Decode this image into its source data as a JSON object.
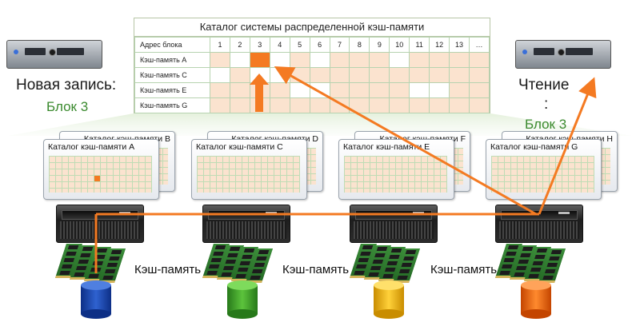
{
  "directory": {
    "title": "Каталог системы распределенной кэш-памяти",
    "header_label": "Адрес блока",
    "columns": [
      "1",
      "2",
      "3",
      "4",
      "5",
      "6",
      "7",
      "8",
      "9",
      "10",
      "11",
      "12",
      "13",
      "…"
    ],
    "rows": [
      {
        "label": "Кэш-память A",
        "white_cols": [
          1,
          3,
          5,
          9
        ],
        "highlight_col": 2
      },
      {
        "label": "Кэш-память C",
        "white_cols": [
          0,
          2,
          3
        ],
        "highlight_col": null
      },
      {
        "label": "Кэш-память E",
        "white_cols": [
          4,
          5,
          10,
          11
        ],
        "highlight_col": null
      },
      {
        "label": "Кэш-память G",
        "white_cols": [],
        "highlight_col": null
      }
    ]
  },
  "write_label": "Новая запись:",
  "write_block": "Блок 3",
  "read_label": "Чтение",
  "read_colon": ":",
  "read_block": "Блок 3",
  "panels": [
    {
      "front": "Каталог кэш-памяти A",
      "back": "Каталог кэш-памяти B"
    },
    {
      "front": "Каталог кэш-памяти C",
      "back": "Каталог кэш-памяти D"
    },
    {
      "front": "Каталог кэш-памяти E",
      "back": "Каталог кэш-памяти F"
    },
    {
      "front": "Каталог кэш-памяти G",
      "back": "Каталог кэш-памяти H"
    }
  ],
  "cache_labels": [
    "Кэш-память",
    "Кэш-память",
    "Кэш-память"
  ],
  "colors": {
    "accent_orange": "#f47a22",
    "label_green": "#3a8a2e",
    "db_colors": [
      "#1f4fb8",
      "#3fa52a",
      "#f2b705",
      "#f0640a"
    ]
  },
  "icons": {
    "server": "rack-server-icon",
    "ram": "ram-module-icon",
    "database": "database-cylinder-icon"
  }
}
